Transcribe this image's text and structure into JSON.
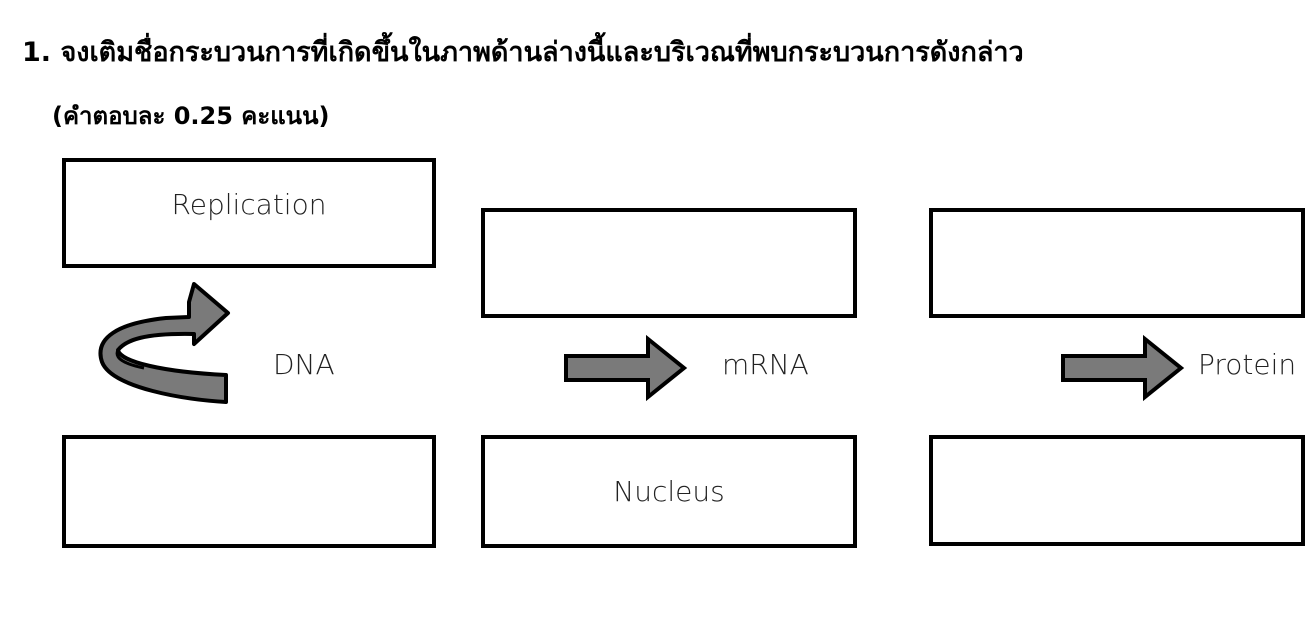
{
  "question": {
    "title": "1. จงเติมชื่อกระบวนการที่เกิดขึ้นในภาพด้านล่างนี้และบริเวณที่พบกระบวนการดังกล่าว",
    "subtitle": "(คำตอบละ 0.25 คะแนน)"
  },
  "diagram": {
    "process_boxes": [
      "Replication",
      "",
      ""
    ],
    "location_boxes": [
      "",
      "Nucleus",
      ""
    ],
    "molecules": [
      "DNA",
      "mRNA",
      "Protein"
    ],
    "arrow_color": "#7a7a7a",
    "outline_color": "#000000"
  }
}
